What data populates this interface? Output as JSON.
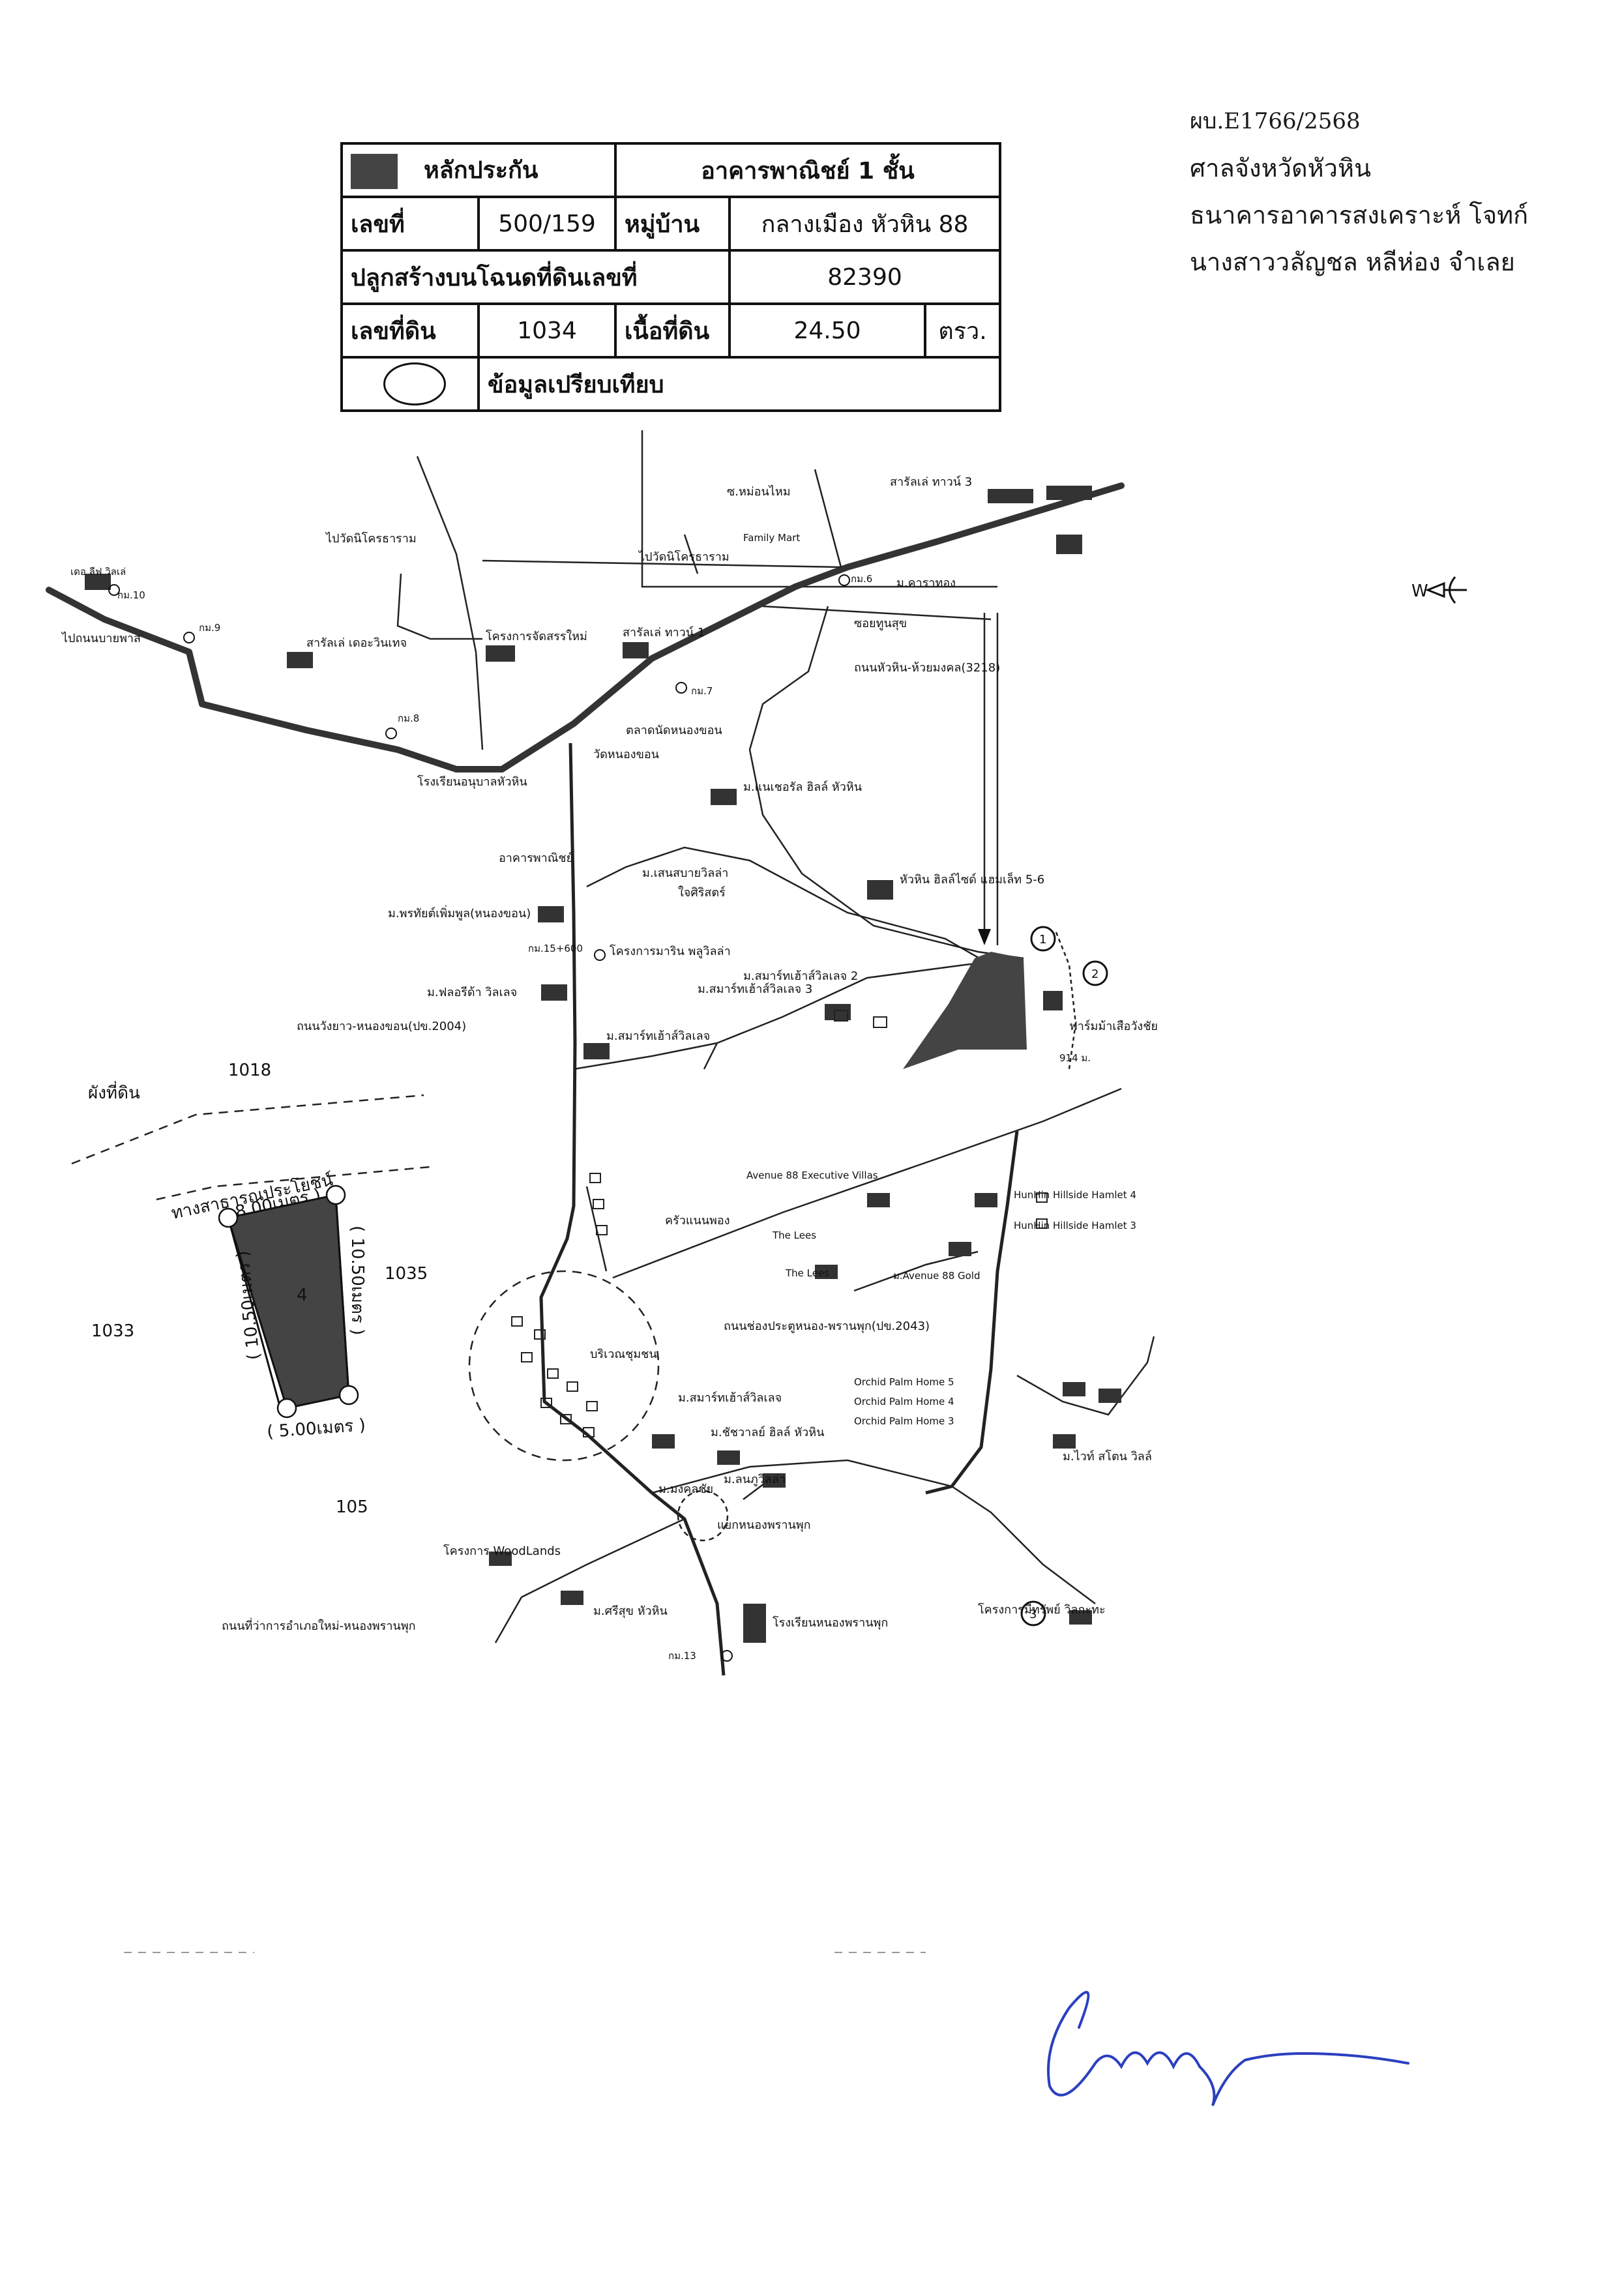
{
  "court": {
    "case_no": "ผบ.E1766/2568",
    "court_name": "ศาลจังหวัดหัวหิน",
    "plaintiff": "ธนาคารอาคารสงเคราะห์   โจทก์",
    "defendant": "นางสาววลัญชล หลีห่อง  จำเลย"
  },
  "property": {
    "collateral_label": "หลักประกัน",
    "building_type": "อาคารพาณิชย์ 1 ชั้น",
    "house_no_label": "เลขที่",
    "house_no": "500/159",
    "village_label": "หมู่บ้าน",
    "village": "กลางเมือง หัวหิน 88",
    "deed_label": "ปลูกสร้างบนโฉนดที่ดินเลขที่",
    "deed_no": "82390",
    "land_no_label": "เลขที่ดิน",
    "land_no": "1034",
    "area_label": "เนื้อที่ดิน",
    "area": "24.50",
    "area_unit": "ตรว.",
    "comparison_label": "ข้อมูลเปรียบเทียบ"
  },
  "plot": {
    "title": "ผังที่ดิน",
    "public_way": "ทางสาธารณประโยชน์",
    "dim_top": "( 8.00เมตร )",
    "dim_left": "( 10.50เมตร )",
    "dim_right": "( 10.50เมตร )",
    "dim_bottom": "( 5.00เมตร )",
    "parcel_number": "4",
    "adj_1018": "1018",
    "adj_1035": "1035",
    "adj_1033": "1033",
    "adj_105": "105"
  },
  "map": {
    "north_arrow": "W",
    "labels": [
      "ซ.หม่อนไหม",
      "สารัลเล่ ทาวน์ 3",
      "Family Mart",
      "ไปวัดนิโครธาราม",
      "ไปวัดนิโครธาราม",
      "ม.คาราทอง",
      "กม.6",
      "เดอ ลีฟ วิลเล่",
      "กม.10",
      "กม.9",
      "ไปถนนบายพาส",
      "สารัลเล่ เดอะวินเทจ",
      "โครงการจัดสรรใหม่",
      "สารัลเล่ ทาวน์ 1",
      "ซอยทูนสุข",
      "ถนนหัวหิน-ห้วยมงคล(3218)",
      "กม.7",
      "กม.8",
      "ตลาดนัดหนองขอน",
      "วัดหนองขอน",
      "โรงเรียนอนุบาลหัวหิน",
      "ม.แนเชอรัล ฮิลล์ หัวหิน",
      "อาคารพาณิชย์",
      "ม.เสนสบายวิลล่า",
      "ใจศิริสตร์",
      "หัวหิน ฮิลล์ไซด์ แฮมเล็ท 5-6",
      "ม.พรทัยต์เพิ่มพูล(หนองขอน)",
      "กม.15+600",
      "โครงการมาริน พลูวิลล่า",
      "ม.สมาร์ทเฮ้าส์วิลเลจ 2",
      "ม.สมาร์ทเฮ้าส์วิลเลจ 3",
      "ม.ฟลอรีด้า วิลเลจ",
      "ถนนวังยาว-หนองขอน(ปข.2004)",
      "ม.สมาร์ทเฮ้าส์วิลเลจ",
      "ฟาร์มม้าเสือวังชัย",
      "914 ม.",
      "Avenue 88 Executive Villas",
      "ครัวแนนพอง",
      "HunHin Hillside Hamlet 4",
      "HunHin Hillside Hamlet 3",
      "The Lees",
      "The Lees",
      "ม.Avenue 88 Gold",
      "ถนนช่องประตูหนอง-พรานพุก(ปข.2043)",
      "บริเวณชุมชน",
      "Orchid Palm Home 5",
      "Orchid Palm Home 4",
      "Orchid Palm Home 3",
      "ม.สมาร์ทเฮ้าส์วิลเลจ",
      "ม.ชัชวาลย์ ฮิลล์ หัวหิน",
      "ม.ไวท์ สโตน วิลล์",
      "ม.มงคลชัย",
      "ม.ลนภูวิลล่า",
      "แยกหนองพรานพุก",
      "โครงการ WoodLands",
      "ม.ศรีสุข หัวหิน",
      "โรงเรียนหนองพรานพุก",
      "ถนนที่ว่าการอำเภอใหม่-หนองพรานพุก",
      "กม.13",
      "โครงการมีทรัพย์ วิลกะทะ"
    ],
    "markers": [
      "1",
      "2",
      "3"
    ]
  },
  "signature": "Jannya"
}
